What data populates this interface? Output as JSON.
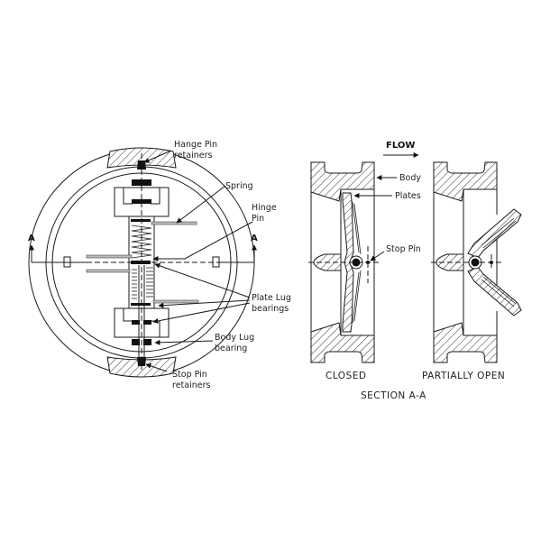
{
  "diagram": {
    "front_view": {
      "labels": {
        "hinge_pin_retainers_1": "Hange Pin",
        "hinge_pin_retainers_2": "retainers",
        "spring": "Spring",
        "hinge_pin_1": "Hinge",
        "hinge_pin_2": "Pin",
        "plate_lug_bearings_1": "Plate Lug",
        "plate_lug_bearings_2": "bearings",
        "body_lug_bearing_1": "Body Lug",
        "body_lug_bearing_2": "bearing",
        "stop_pin_retainers_1": "Stop Pin",
        "stop_pin_retainers_2": "retainers",
        "section_marker_left": "A",
        "section_marker_right": "A"
      }
    },
    "section_view": {
      "flow_label": "FLOW",
      "labels": {
        "body": "Body",
        "plates": "Plates",
        "stop_pin": "Stop Pin"
      },
      "captions": {
        "closed": "CLOSED",
        "partially_open": "PARTIALLY OPEN",
        "section": "SECTION A-A"
      }
    },
    "colors": {
      "line": "#1a1a1a",
      "background": "#ffffff",
      "bar_fill": "#bdbdbd"
    }
  }
}
